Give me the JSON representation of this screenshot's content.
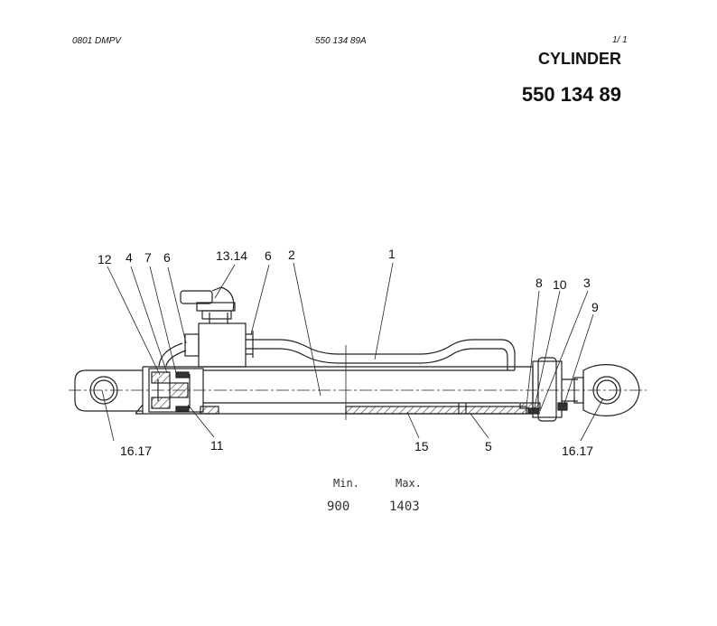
{
  "header": {
    "doc_code": "0801 DMPV",
    "part_ref": "550 134 89A",
    "page": "1/  1",
    "title": "CYLINDER",
    "part_number": "550 134 89"
  },
  "callouts": {
    "c12": "12",
    "c4": "4",
    "c7": "7",
    "c6a": "6",
    "c1314": "13.14",
    "c6b": "6",
    "c2": "2",
    "c1": "1",
    "c8": "8",
    "c10": "10",
    "c3": "3",
    "c9": "9",
    "c1617a": "16.17",
    "c11": "11",
    "c15": "15",
    "c5": "5",
    "c1617b": "16.17"
  },
  "dimensions": {
    "min_label": "Min.",
    "max_label": "Max.",
    "min_value": "900",
    "max_value": "1403"
  }
}
